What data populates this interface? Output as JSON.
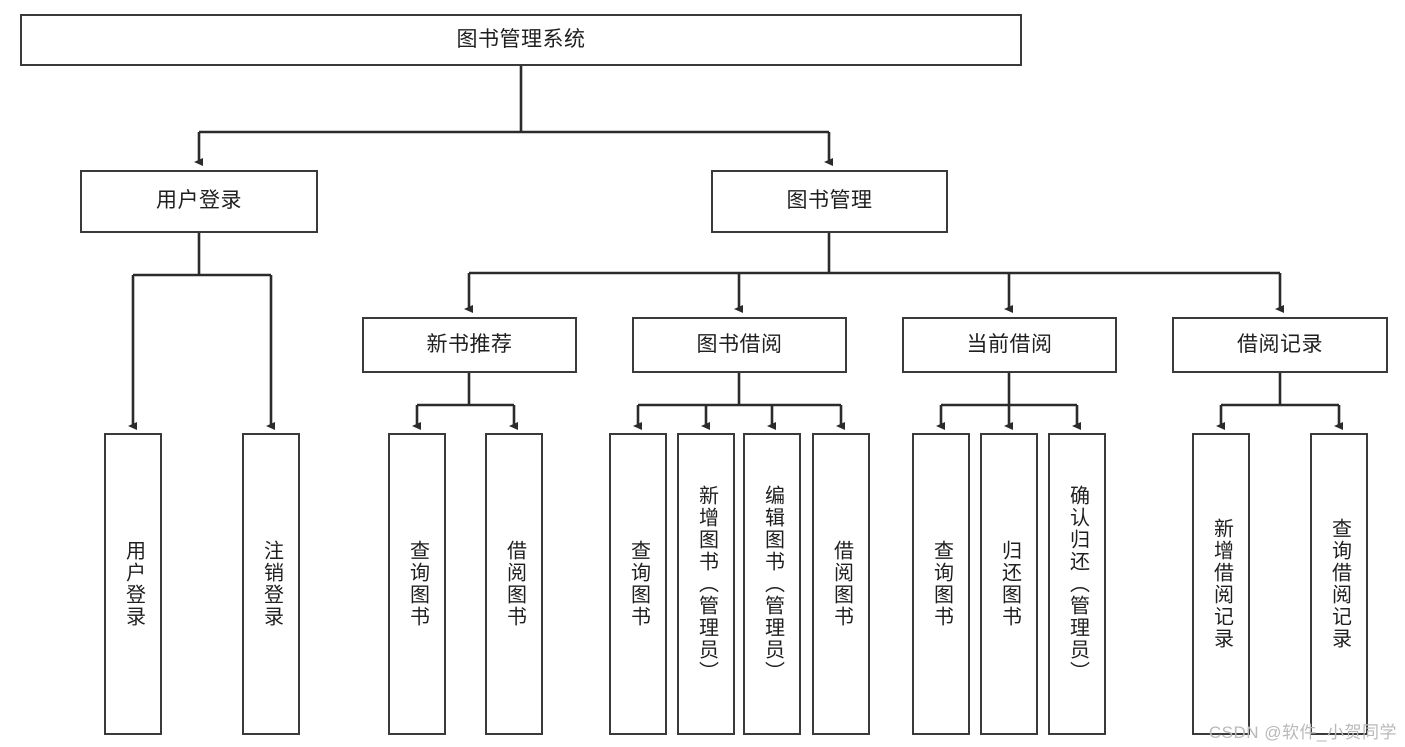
{
  "diagram": {
    "title": "图书管理系统",
    "type": "tree-hierarchy-chart",
    "watermark": "CSDN @软件_小贺同学",
    "colors": {
      "box_border": "#3a3a3a",
      "box_fill": "#ffffff",
      "edge": "#2b2b2b",
      "text": "#1f1f1f",
      "watermark": "#b9b9b9"
    },
    "nodes": {
      "root": {
        "label": "图书管理系统"
      },
      "level2": [
        {
          "label": "用户登录"
        },
        {
          "label": "图书管理"
        }
      ],
      "level3": [
        {
          "label": "新书推荐"
        },
        {
          "label": "图书借阅"
        },
        {
          "label": "当前借阅"
        },
        {
          "label": "借阅记录"
        }
      ],
      "leaves": {
        "user_login": [
          {
            "label": "用户登录"
          },
          {
            "label": "注销登录"
          }
        ],
        "new_book_recommend": [
          {
            "label": "查询图书"
          },
          {
            "label": "借阅图书"
          }
        ],
        "book_borrow": [
          {
            "label": "查询图书"
          },
          {
            "label": "新增图书（管理员）"
          },
          {
            "label": "编辑图书（管理员）"
          },
          {
            "label": "借阅图书"
          }
        ],
        "current_borrow": [
          {
            "label": "查询图书"
          },
          {
            "label": "归还图书"
          },
          {
            "label": "确认归还（管理员）"
          }
        ],
        "borrow_records": [
          {
            "label": "新增借阅记录"
          },
          {
            "label": "查询借阅记录"
          }
        ]
      }
    }
  }
}
